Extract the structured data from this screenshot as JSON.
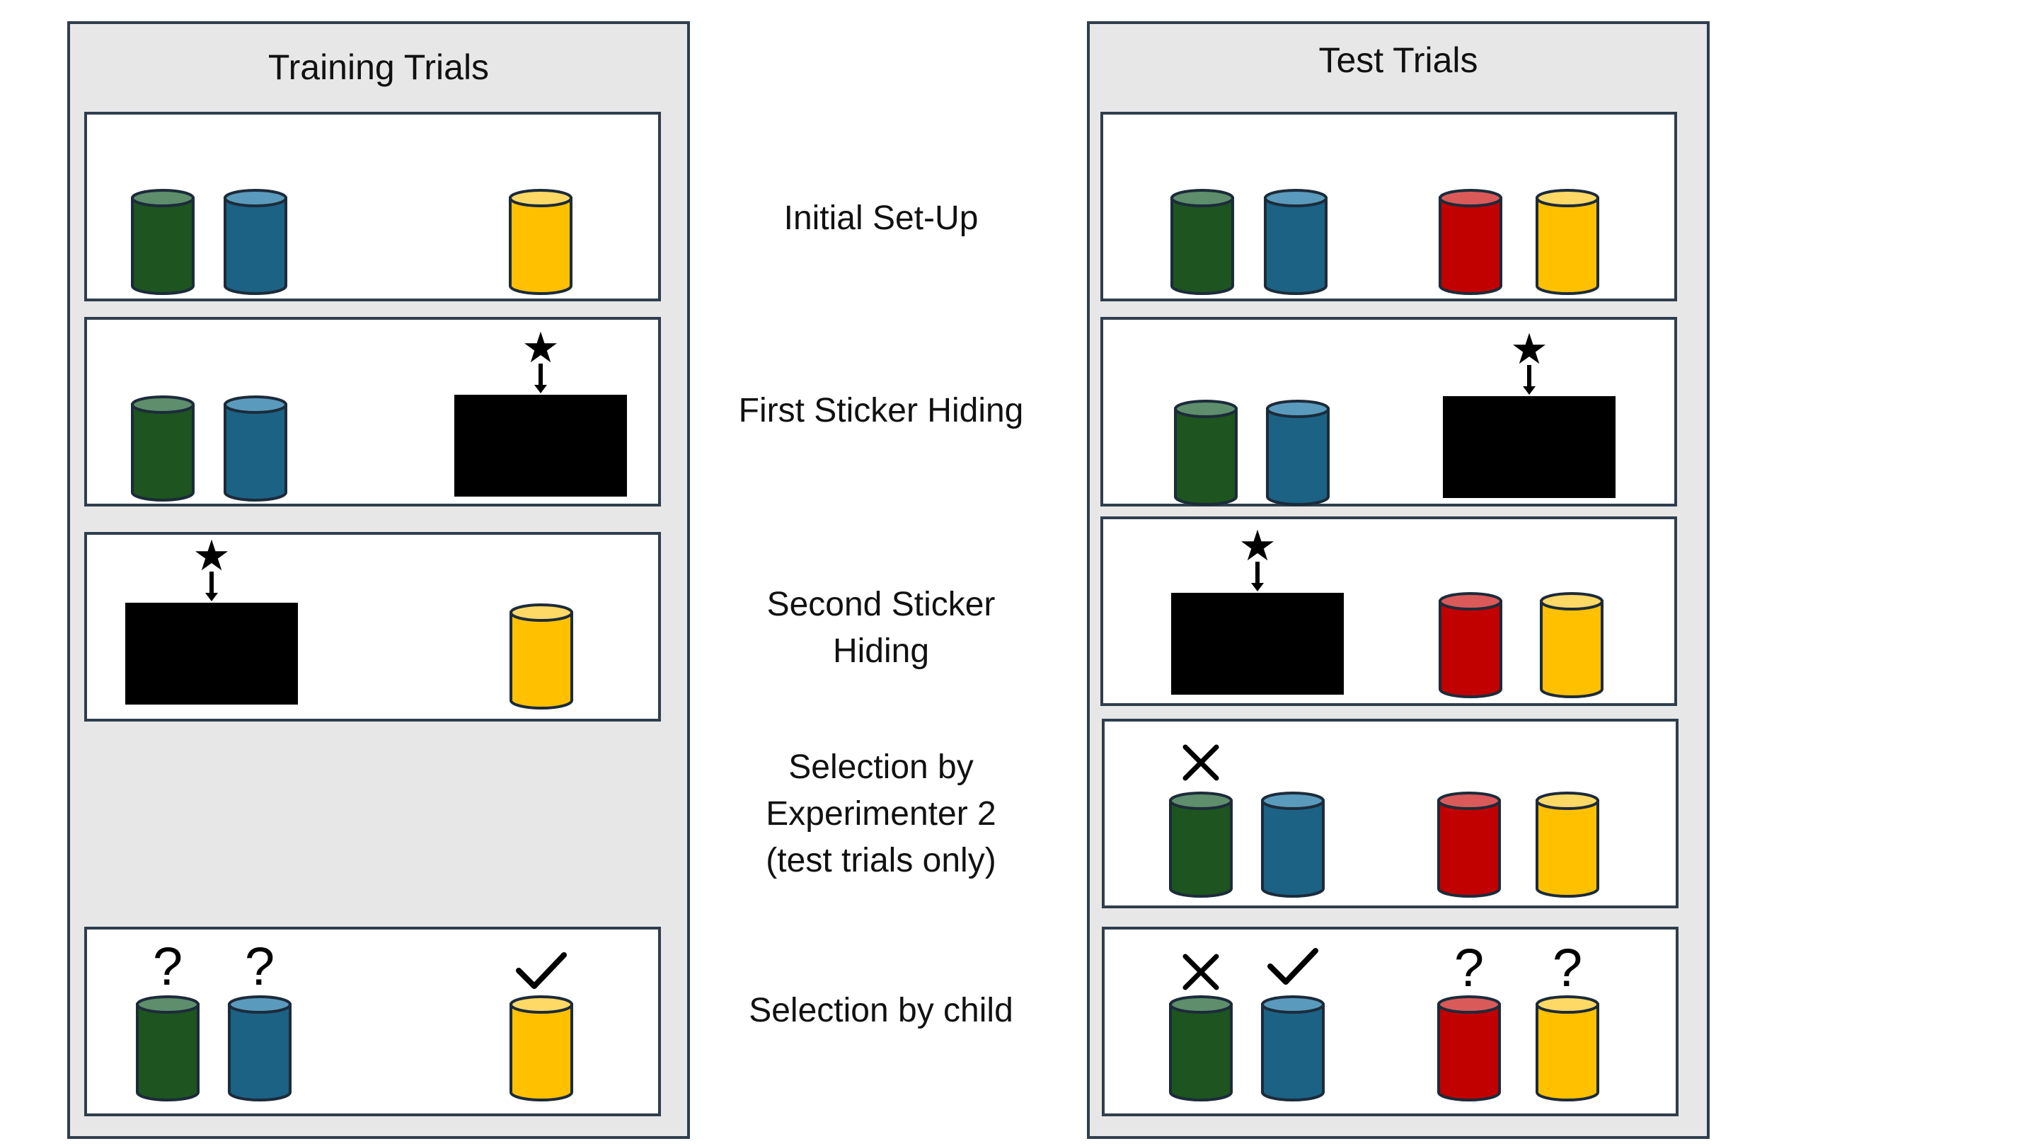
{
  "training": {
    "title": "Training Trials"
  },
  "test": {
    "title": "Test Trials"
  },
  "stages": [
    "Initial Set-Up",
    "First Sticker Hiding",
    "Second Sticker\nHiding",
    "Selection by\nExperimenter 2\n(test trials only)",
    "Selection by child"
  ],
  "colors": {
    "green": "#1d5420",
    "green_top": "#5e8e6c",
    "blue": "#1b6285",
    "blue_top": "#5a9bbd",
    "red": "#c10000",
    "red_top": "#da5a5a",
    "yellow": "#ffc000",
    "yellow_top": "#ffd966",
    "outline": "#1c2b3a",
    "occluder": "#000000",
    "panel_bg": "#e7e7e7",
    "panel_border": "#2f3e4e"
  },
  "marks": {
    "star": "★",
    "question": "?"
  },
  "icons": [
    "star-icon",
    "arrow-down-icon",
    "cross-icon",
    "checkmark-icon",
    "question-mark-icon"
  ]
}
